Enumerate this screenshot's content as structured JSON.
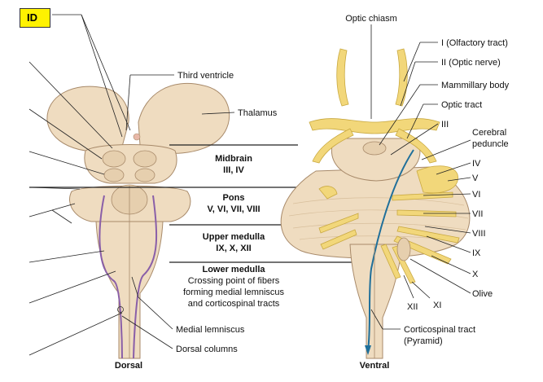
{
  "badge": "ID",
  "center": {
    "midbrain": [
      "Midbrain",
      "III, IV"
    ],
    "pons": [
      "Pons",
      "V, VI, VII, VIII"
    ],
    "upper_medulla": [
      "Upper medulla",
      "IX, X, XII"
    ],
    "lower_medulla": [
      "Lower medulla",
      "Crossing point of fibers",
      "forming medial lemniscus",
      "and corticospinal tracts"
    ]
  },
  "dorsal": {
    "title": "Dorsal",
    "third_ventricle": "Third ventricle",
    "thalamus": "Thalamus",
    "medial_lemniscus": "Medial lemniscus",
    "dorsal_columns": "Dorsal columns"
  },
  "ventral": {
    "title": "Ventral",
    "optic_chiasm": "Optic chiasm",
    "olfactory": "I (Olfactory tract)",
    "optic_nerve": "II (Optic nerve)",
    "mammillary": "Mammillary body",
    "optic_tract": "Optic tract",
    "iii": "III",
    "cerebral_peduncle": [
      "Cerebral",
      "peduncle"
    ],
    "iv": "IV",
    "v": "V",
    "vi": "VI",
    "vii": "VII",
    "viii": "VIII",
    "ix": "IX",
    "x": "X",
    "olive": "Olive",
    "xii": "XII",
    "xi": "XI",
    "corticospinal": [
      "Corticospinal tract",
      "(Pyramid)"
    ]
  },
  "colors": {
    "tissue": "#efdcc0",
    "tissue_edge": "#a88a6a",
    "nerve": "#f2d77a",
    "lemniscus": "#8a5fa8",
    "tract": "#1f6f9a",
    "badge": "#fff200"
  }
}
